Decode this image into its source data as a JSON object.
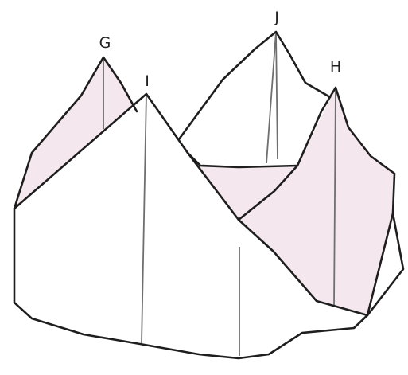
{
  "labels": {
    "g": "G",
    "i": "I",
    "j": "J",
    "h": "H"
  },
  "colors": {
    "outline": "#1e1e1e",
    "inner_line": "#6f6f6f",
    "pink_face": "#f5e7ee",
    "white_face": "#ffffff"
  }
}
